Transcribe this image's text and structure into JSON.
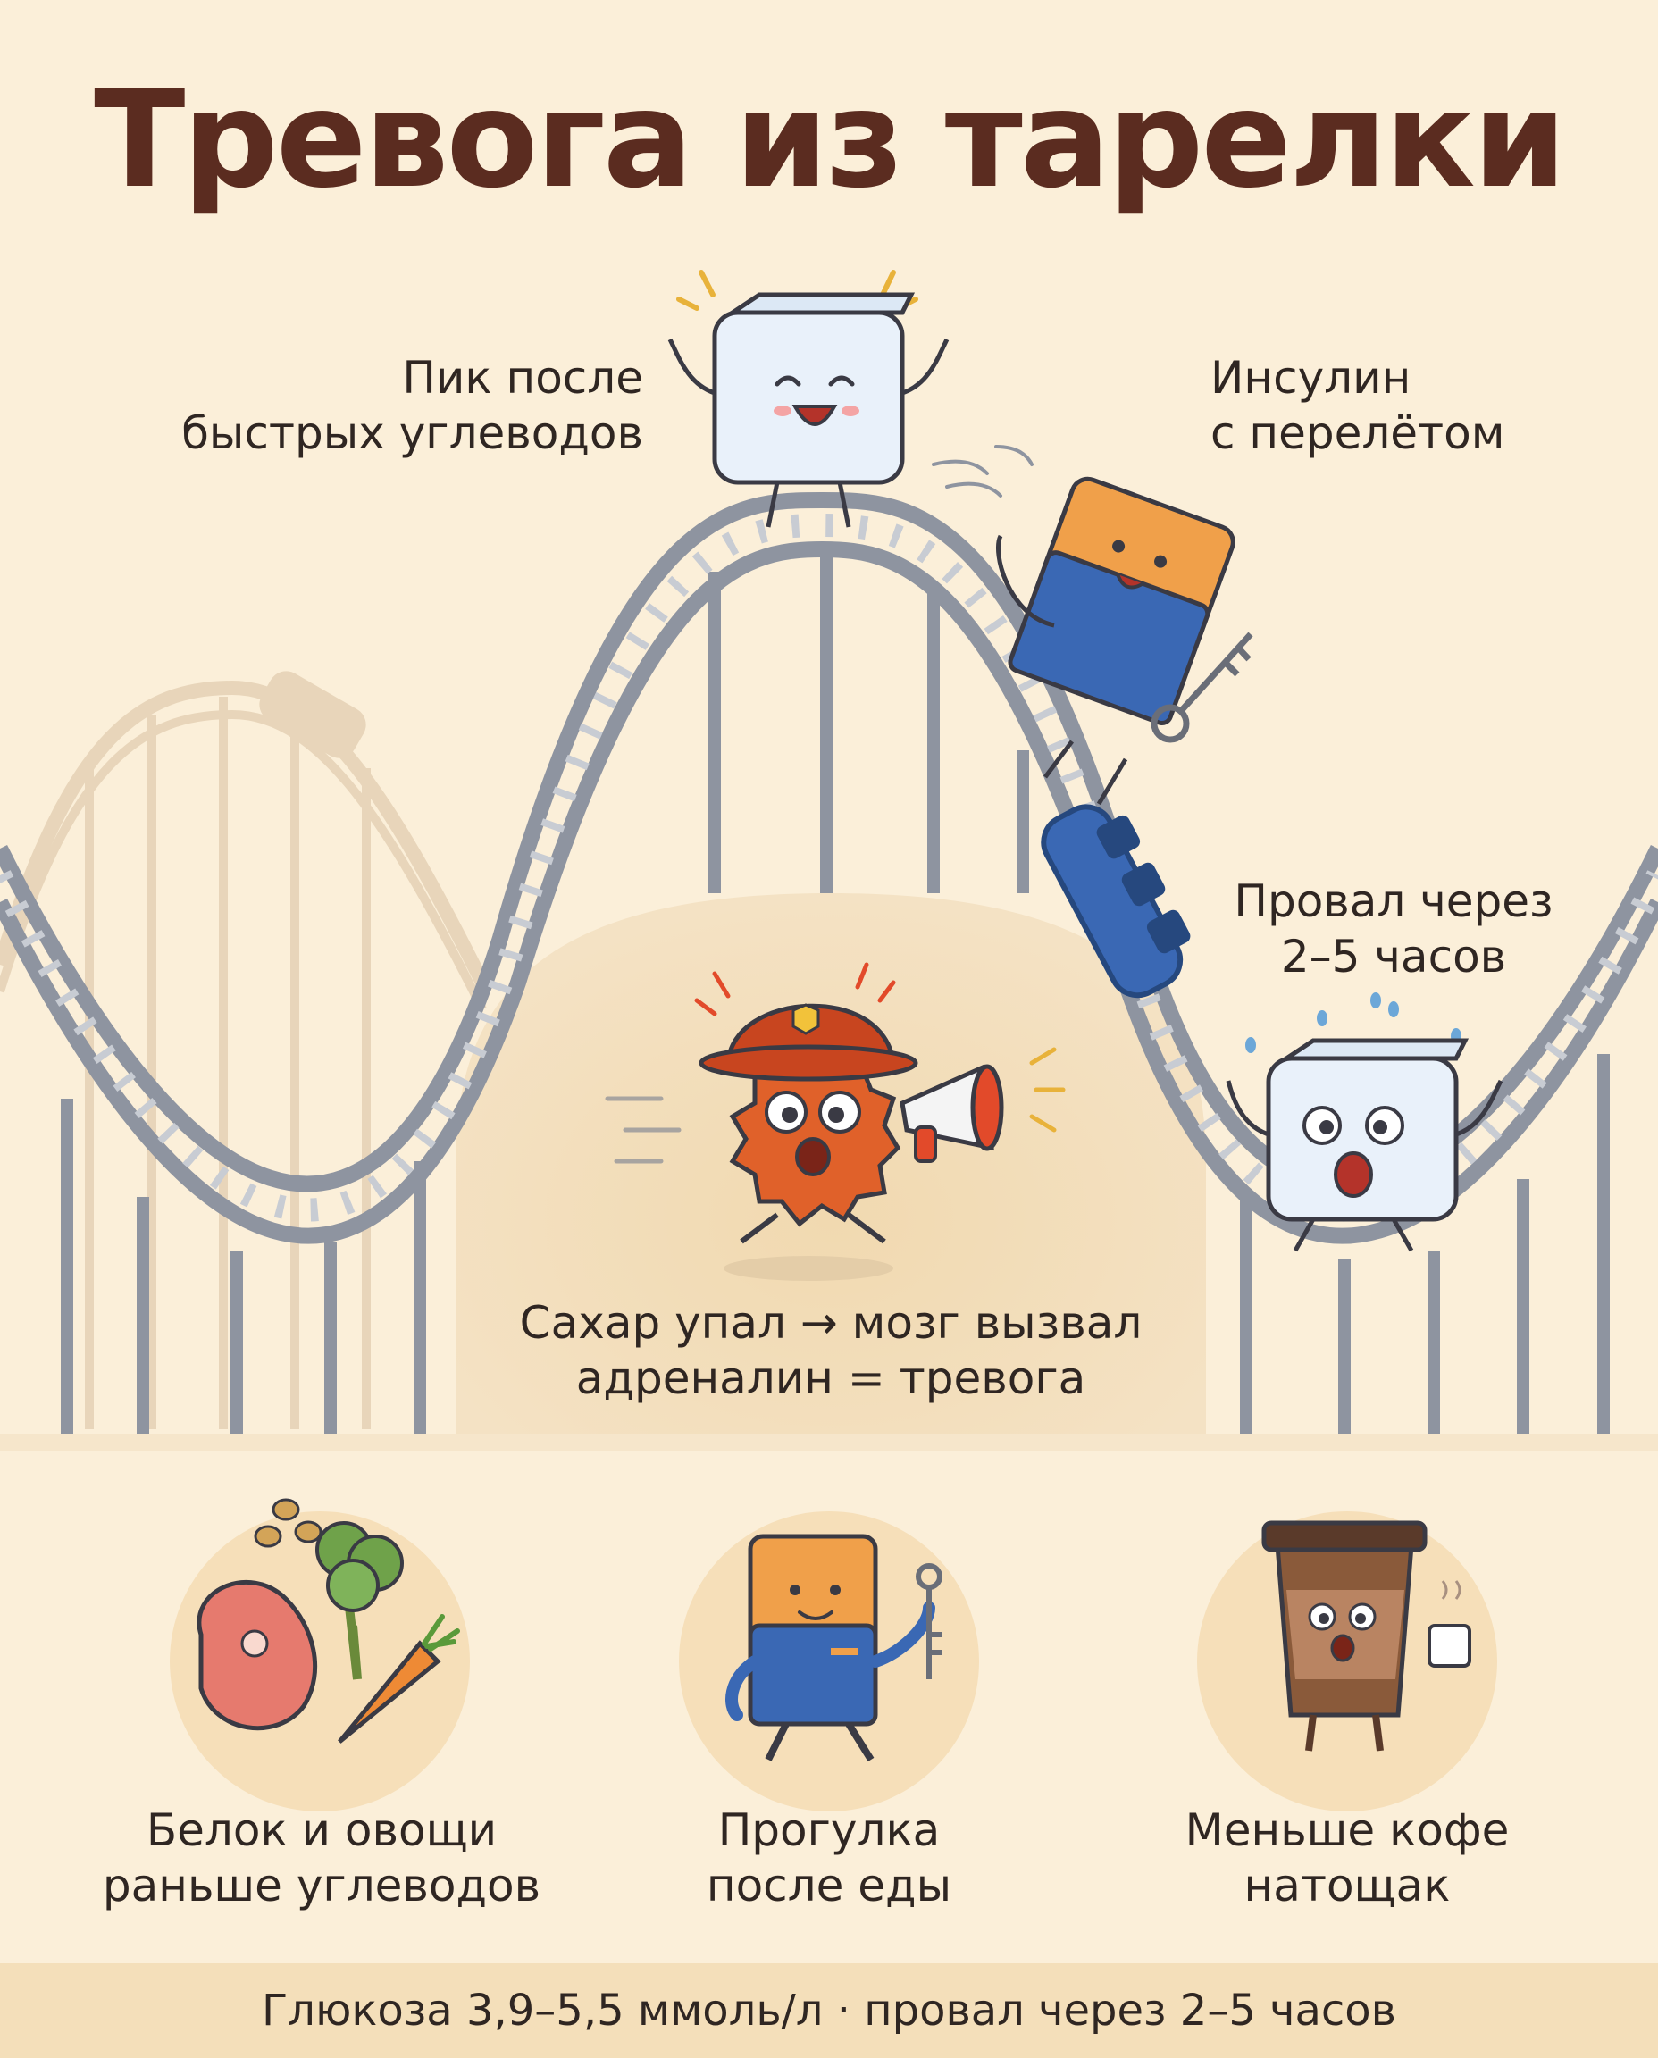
{
  "title": "Тревога из тарелки",
  "annotations": {
    "peak": [
      "Пик после",
      "быстрых углеводов"
    ],
    "insulin": [
      "Инсулин",
      "с перелётом"
    ],
    "dip": [
      "Провал через",
      "2–5 часов"
    ],
    "adrenaline": [
      "Сахар упал → мозг вызвал",
      "адреналин = тревога"
    ]
  },
  "tips": [
    {
      "lines": [
        "Белок и овощи",
        "раньше углеводов"
      ],
      "icon": "protein-vegetables-icon"
    },
    {
      "lines": [
        "Прогулка",
        "после еды"
      ],
      "icon": "walking-insulin-icon"
    },
    {
      "lines": [
        "Меньше кофе",
        "натощак"
      ],
      "icon": "coffee-cup-icon"
    }
  ],
  "footer": "Глюкоза 3,9–5,5 ммоль/л · провал через 2–5 часов",
  "colors": {
    "background": "#fbefd9",
    "title": "#5b2c20",
    "track": "#8e94a0",
    "glow": "#f1dcb8",
    "sugar_cube": "#e9f1fa",
    "insulin_orange": "#f0a04a",
    "insulin_blue": "#3a68b4",
    "adrenaline": "#e0612a",
    "footer_bar": "#f4dfba"
  }
}
